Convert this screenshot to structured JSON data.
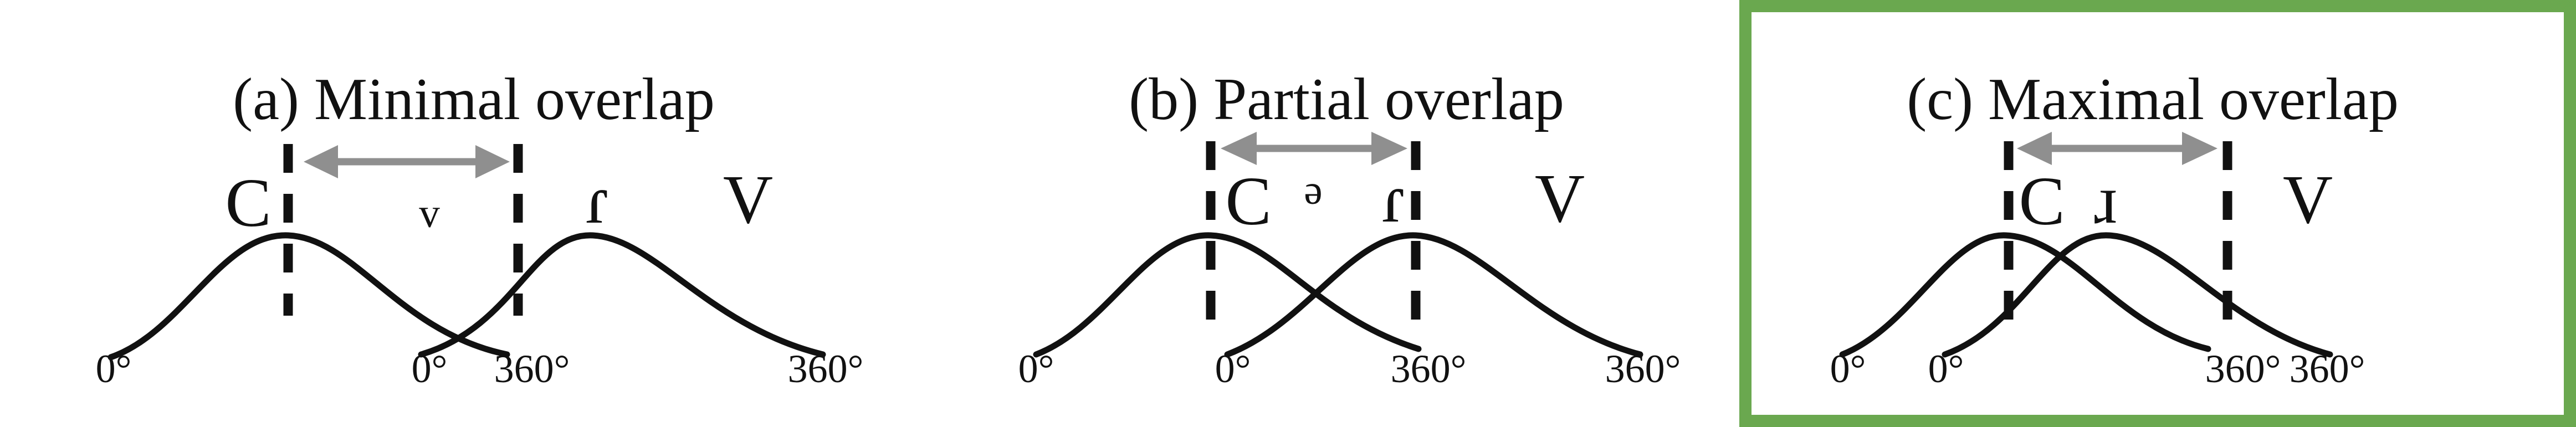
{
  "panels": [
    {
      "title": "(a) Minimal overlap",
      "consonant_label": "C",
      "vowel_label": "V",
      "gesture_label": "ɾ",
      "interval_label": "v",
      "phase_labels": [
        "0°",
        "0°",
        "360°",
        "360°"
      ],
      "highlighted": false
    },
    {
      "title": "(b) Partial overlap",
      "consonant_label": "C",
      "vowel_label": "V",
      "gesture_label": "ɾ",
      "interval_label": "ə",
      "phase_labels": [
        "0°",
        "0°",
        "360°",
        "360°"
      ],
      "highlighted": false
    },
    {
      "title": "(c) Maximal overlap",
      "consonant_label": "C",
      "vowel_label": "V",
      "gesture_label": "ɹ",
      "interval_label": "",
      "phase_labels": [
        "0°",
        "0°",
        "360°",
        "360°"
      ],
      "highlighted": true
    }
  ],
  "colors": {
    "curve": "#111111",
    "arrow": "#8f8f8f",
    "highlight_border": "#6aa84f"
  }
}
